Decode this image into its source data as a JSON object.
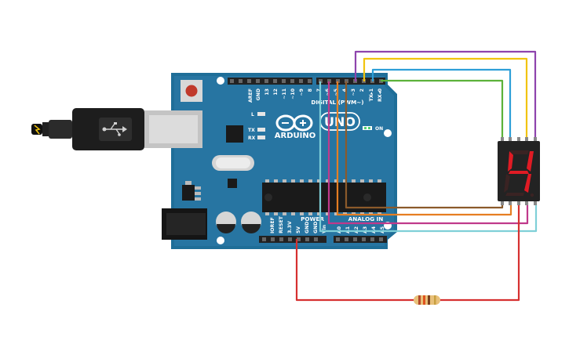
{
  "board": {
    "brand": "ARDUINO",
    "model": "UNO",
    "digital_header": "DIGITAL (PWM~)",
    "power_header": "POWER",
    "analog_header": "ANALOG IN",
    "on_label": "ON",
    "led_l": "L",
    "led_tx": "TX",
    "led_rx": "RX",
    "digital_pins": [
      "AREF",
      "GND",
      "13",
      "12",
      "~11",
      "~10",
      "~9",
      "8",
      "7",
      "~6",
      "~5",
      "4",
      "~3",
      "2",
      "TX▸1",
      "RX◂0"
    ],
    "power_pins": [
      "IOREF",
      "RESET",
      "3.3V",
      "5V",
      "GND",
      "GND",
      "Vin"
    ],
    "analog_pins": [
      "A0",
      "A1",
      "A2",
      "A3",
      "A4",
      "A5"
    ]
  },
  "display": {
    "digit": "4",
    "segment_color": "#e01b24"
  },
  "wire_colors": {
    "purple": "#8e44ad",
    "yellow": "#f1c40f",
    "blue": "#2e9fd8",
    "green": "#5cb23a",
    "brown": "#8b5a2b",
    "orange": "#e67e22",
    "magenta": "#c0398b",
    "cyan": "#7fd0d8",
    "red": "#d63030"
  }
}
